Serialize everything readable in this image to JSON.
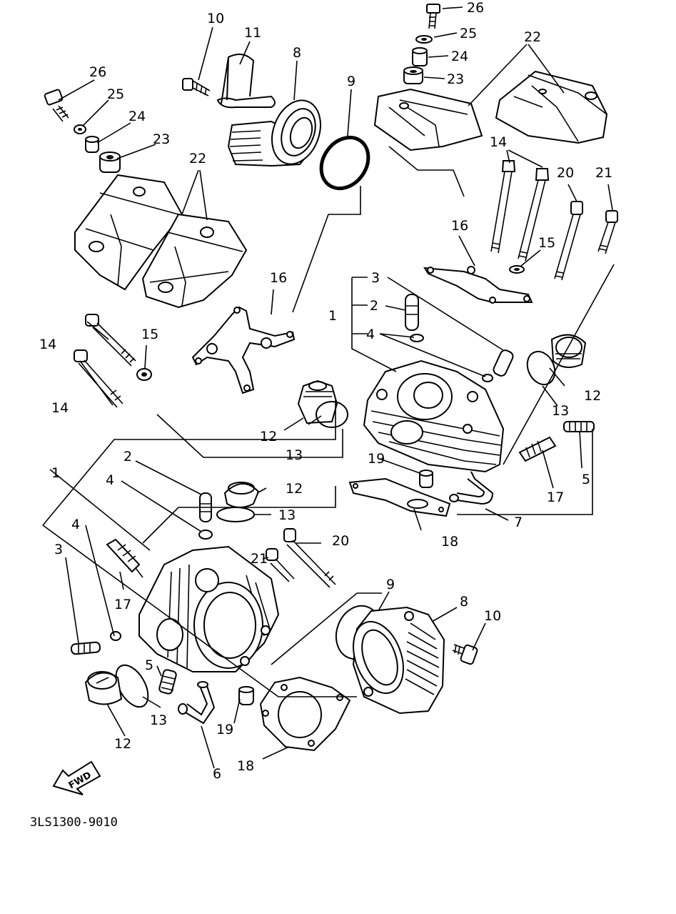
{
  "diagram": {
    "code": "3LS1300-9010",
    "fwd_label": "FWD"
  },
  "callouts": [
    {
      "id": "c26a",
      "label": "26"
    },
    {
      "id": "c25a",
      "label": "25"
    },
    {
      "id": "c24a",
      "label": "24"
    },
    {
      "id": "c23a",
      "label": "23"
    },
    {
      "id": "c22a",
      "label": "22"
    },
    {
      "id": "c10a",
      "label": "10"
    },
    {
      "id": "c11a",
      "label": "11"
    },
    {
      "id": "c8a",
      "label": "8"
    },
    {
      "id": "c9a",
      "label": "9"
    },
    {
      "id": "c26b",
      "label": "26"
    },
    {
      "id": "c25b",
      "label": "25"
    },
    {
      "id": "c24b",
      "label": "24"
    },
    {
      "id": "c23b",
      "label": "23"
    },
    {
      "id": "c22b",
      "label": "22"
    },
    {
      "id": "c14a",
      "label": "14"
    },
    {
      "id": "c20a",
      "label": "20"
    },
    {
      "id": "c21a",
      "label": "21"
    },
    {
      "id": "c16a",
      "label": "16"
    },
    {
      "id": "c15a",
      "label": "15"
    },
    {
      "id": "c3a",
      "label": "3"
    },
    {
      "id": "c2a",
      "label": "2"
    },
    {
      "id": "c1a",
      "label": "1"
    },
    {
      "id": "c4a",
      "label": "4"
    },
    {
      "id": "c16b",
      "label": "16"
    },
    {
      "id": "c14b",
      "label": "14"
    },
    {
      "id": "c15b",
      "label": "15"
    },
    {
      "id": "c14c",
      "label": "14"
    },
    {
      "id": "c12a",
      "label": "12"
    },
    {
      "id": "c13a",
      "label": "13"
    },
    {
      "id": "c12b",
      "label": "12"
    },
    {
      "id": "c13b",
      "label": "13"
    },
    {
      "id": "c5a",
      "label": "5"
    },
    {
      "id": "c17a",
      "label": "17"
    },
    {
      "id": "c19a",
      "label": "19"
    },
    {
      "id": "c7a",
      "label": "7"
    },
    {
      "id": "c18a",
      "label": "18"
    },
    {
      "id": "c2b",
      "label": "2"
    },
    {
      "id": "c1b",
      "label": "1"
    },
    {
      "id": "c4b",
      "label": "4"
    },
    {
      "id": "c12c",
      "label": "12"
    },
    {
      "id": "c13c",
      "label": "13"
    },
    {
      "id": "c20b",
      "label": "20"
    },
    {
      "id": "c21b",
      "label": "21"
    },
    {
      "id": "c4c",
      "label": "4"
    },
    {
      "id": "c3b",
      "label": "3"
    },
    {
      "id": "c17b",
      "label": "17"
    },
    {
      "id": "c9b",
      "label": "9"
    },
    {
      "id": "c8b",
      "label": "8"
    },
    {
      "id": "c10b",
      "label": "10"
    },
    {
      "id": "c5b",
      "label": "5"
    },
    {
      "id": "c13d",
      "label": "13"
    },
    {
      "id": "c12d",
      "label": "12"
    },
    {
      "id": "c19b",
      "label": "19"
    },
    {
      "id": "c6a",
      "label": "6"
    },
    {
      "id": "c18b",
      "label": "18"
    }
  ]
}
